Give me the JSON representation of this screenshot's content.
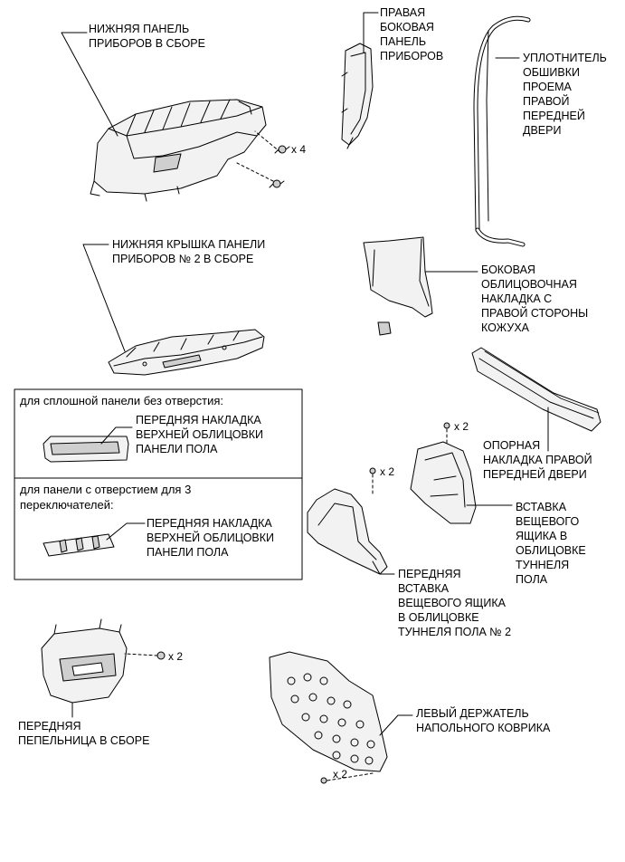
{
  "colors": {
    "ink": "#000000",
    "background": "#ffffff",
    "fill": "#f2f2f2",
    "shade": "#cfcfcf"
  },
  "labels": {
    "lower_instrument_panel": "НИЖНЯЯ ПАНЕЛЬ\nПРИБОРОВ В СБОРЕ",
    "right_side_panel": "ПРАВАЯ\nБОКОВАЯ\nПАНЕЛЬ\nПРИБОРОВ",
    "door_opening_seal": "УПЛОТНИТЕЛЬ\nОБШИВКИ\nПРОЕМА\nПРАВОЙ\nПЕРЕДНЕЙ\nДВЕРИ",
    "lower_cover_no2": "НИЖНЯЯ КРЫШКА ПАНЕЛИ\nПРИБОРОВ № 2 В СБОРЕ",
    "cowl_side_trim": "БОКОВАЯ\nОБЛИЦОВОЧНАЯ\nНАКЛАДКА С\nПРАВОЙ СТОРОНЫ\nКОЖУХА",
    "scuff_plate": "ОПОРНАЯ\nНАКЛАДКА ПРАВОЙ\nПЕРЕДНЕЙ ДВЕРИ",
    "box_insert": "ВСТАВКА\nВЕЩЕВОГО\nЯЩИКА В\nОБЛИЦОВКЕ\nТУННЕЛЯ\nПОЛА",
    "front_box_insert_no2": "ПЕРЕДНЯЯ\nВСТАВКА\nВЕЩЕВОГО ЯЩИКА\nВ ОБЛИЦОВКЕ\nТУННЕЛЯ ПОЛА № 2",
    "ashtray": "ПЕРЕДНЯЯ\nПЕПЕЛЬНИЦА В СБОРЕ",
    "floor_mat_holder": "ЛЕВЫЙ ДЕРЖАТЕЛЬ\nНАПОЛЬНОГО КОВРИКА"
  },
  "boxes": {
    "solid": {
      "heading": "для сплошной панели без отверстия:",
      "part": "ПЕРЕДНЯЯ НАКЛАДКА\nВЕРХНЕЙ ОБЛИЦОВКИ\nПАНЕЛИ ПОЛА"
    },
    "switches": {
      "heading": "для панели с отверстием для 3\nпереключателей:",
      "part": "ПЕРЕДНЯЯ НАКЛАДКА\nВЕРХНЕЙ ОБЛИЦОВКИ\nПАНЕЛИ ПОЛА"
    }
  },
  "quantities": {
    "screws_x4": "x 4",
    "screws_upper_x2": "x 2",
    "screws_mid_x2": "x 2",
    "ashtray_x2": "x 2",
    "mat_x2": "x 2"
  }
}
